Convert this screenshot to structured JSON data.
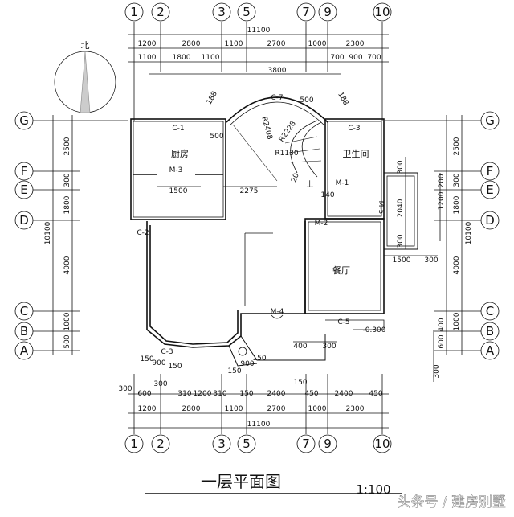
{
  "page": {
    "title": "一层平面图",
    "scale": "1:100",
    "watermark": "头条号 / 建房别墅"
  },
  "north_label": "北",
  "axes_columns": [
    "1",
    "2",
    "3",
    "5",
    "7",
    "9",
    "10"
  ],
  "axes_rows": [
    "G",
    "F",
    "E",
    "D",
    "C",
    "B",
    "A"
  ],
  "rooms": {
    "kitchen": "厨房",
    "bathroom": "卫生间",
    "dining": "餐厅"
  },
  "labels": {
    "c7": "C-7",
    "c1": "C-1",
    "c3_top": "C-3",
    "m3": "M-3",
    "m1": "M-1",
    "m5": "M-5",
    "m2": "M-2",
    "m4": "M-4",
    "c2": "C-2",
    "c5": "C-5",
    "c3_bottom": "C-3",
    "r2408": "R2408",
    "r2228": "R2228",
    "r1130": "R1130",
    "up": "上",
    "level": "-0.300"
  },
  "top_dims": {
    "row1": "11100",
    "row2": [
      "1200",
      "2800",
      "1100",
      "2700",
      "1000",
      "2300"
    ],
    "row3": [
      "1100",
      "1800",
      "1100",
      "700",
      "900",
      "700"
    ],
    "arc_width": "3800",
    "d188a": "188",
    "d188b": "188",
    "d500": "500"
  },
  "inner_dims": {
    "d500": "500",
    "d1500": "1500",
    "d2275": "2275",
    "d140": "140",
    "d200": "20",
    "d1500b": "1500",
    "d300b": "300",
    "d400": "400",
    "d300c": "300",
    "d150": "150"
  },
  "bottom_dims": {
    "row1": [
      "300",
      "600",
      "300",
      "310",
      "1200",
      "310",
      "150",
      "2400",
      "450",
      "2400",
      "450"
    ],
    "row2": [
      "1200",
      "2800",
      "1100",
      "2700",
      "1000",
      "2300"
    ],
    "row3": "11100",
    "small_left": [
      "150",
      "900",
      "150"
    ],
    "small_mid": [
      "150",
      "900",
      "150"
    ]
  },
  "left_dims": {
    "total": "10100",
    "segments": [
      "2500",
      "300",
      "1800",
      "4000",
      "1000",
      "500"
    ]
  },
  "right_dims": {
    "total": "10100",
    "segments": [
      "2500",
      "300",
      "1800",
      "4000",
      "1000",
      "600",
      "400",
      "300"
    ],
    "extra": [
      "300",
      "2040",
      "300",
      "1200",
      "200"
    ]
  }
}
